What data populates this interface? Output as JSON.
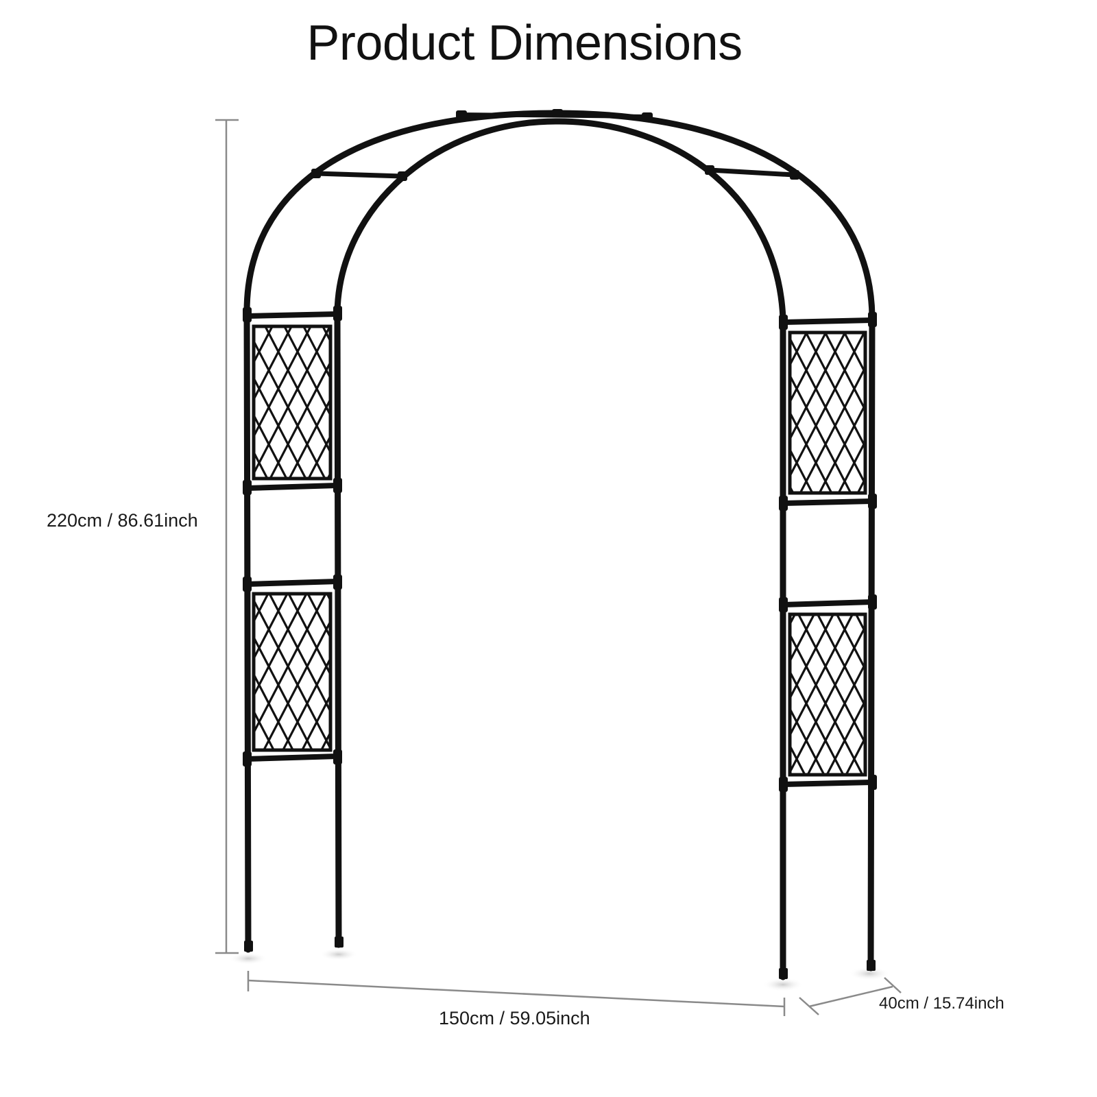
{
  "title": "Product Dimensions",
  "dimensions": {
    "height": "220cm / 86.61inch",
    "width": "150cm / 59.05inch",
    "depth": "40cm / 15.74inch"
  },
  "colors": {
    "frame": "#111111",
    "dimension_line": "#8a8a8a",
    "text": "#1a1a1a",
    "background": "#ffffff"
  }
}
